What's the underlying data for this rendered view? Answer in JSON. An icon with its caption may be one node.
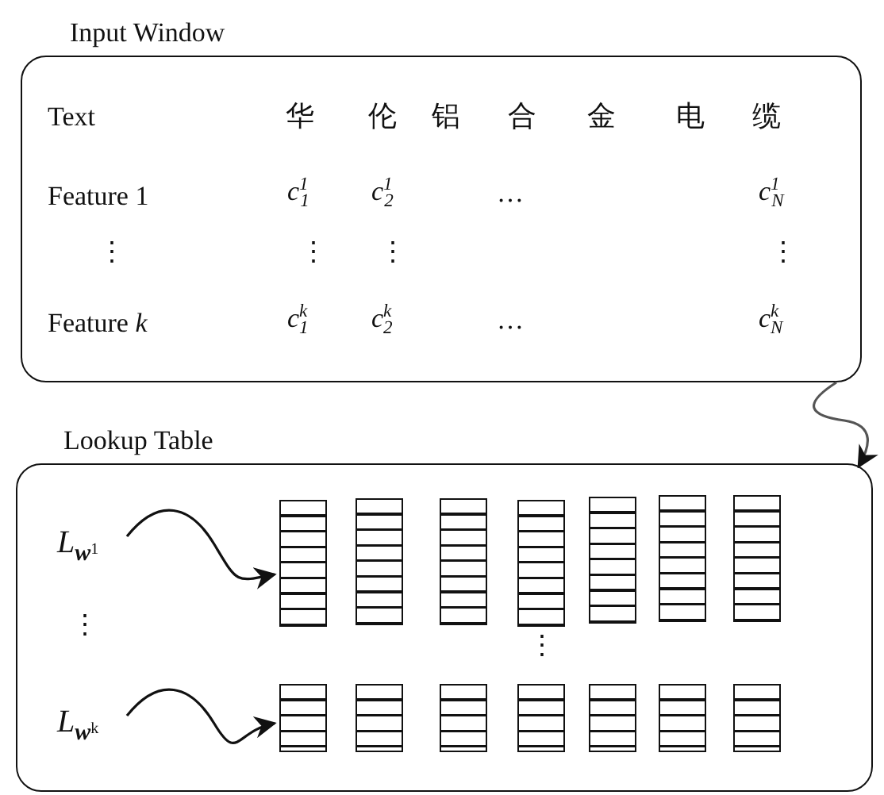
{
  "diagram": {
    "nodes": [
      {
        "text": [
          "Input Window"
        ]
      },
      {
        "text": [
          "Lookup Table"
        ]
      },
      {
        "text": [
          "*L*$_{w}$$^{1}$"
        ],
        "in": 1
      },
      {
        "text": [],
        "shape": "box",
        "in": 1
      },
      {
        "text": [],
        "shape": "box",
        "in": 1
      },
      {
        "text": [],
        "shape": "box",
        "in": 1
      },
      {
        "text": [],
        "shape": "box",
        "in": 1
      },
      {
        "text": [],
        "shape": "box",
        "in": 1
      },
      {
        "text": [],
        "shape": "box",
        "in": 1
      },
      {
        "text": [],
        "shape": "box",
        "in": 1
      },
      {
        "text": [
          "*L*$_{w}$$^{k}$"
        ],
        "in": 1
      },
      {
        "text": [],
        "shape": "box",
        "in": 1
      },
      {
        "text": [],
        "shape": "box",
        "in": 1
      },
      {
        "text": [],
        "shape": "box",
        "in": 1
      },
      {
        "text": [],
        "shape": "box",
        "in": 1
      },
      {
        "text": [],
        "shape": "box",
        "in": 1
      },
      {
        "text": [],
        "shape": "box",
        "in": 1
      },
      {
        "text": [],
        "shape": "box",
        "in": 1
      }
    ],
    "edges": [
      {
        "from": 0,
        "to": 1,
        "arrow": "to"
      },
      {
        "from": 2,
        "to": 3,
        "arrow": "to"
      },
      {
        "from": 10,
        "to": 11,
        "arrow": "to"
      }
    ],
    "labels": [
      "Text",
      "华",
      "伦",
      "铝",
      "合",
      "金",
      "电",
      "缆",
      "Feature 1",
      "*c*$^{1}$$_{1}$",
      "*c*$^{1}$$_{2}$",
      "…",
      "*c*$^{1}$$_{N}$",
      "⋮",
      "⋮",
      "⋮",
      "⋮",
      "Feature *k*",
      "*c*$^{k}$$_{1}$",
      "*c*$^{k}$$_{2}$",
      "…",
      "*c*$^{k}$$_{N}$",
      "⋮",
      "⋮"
    ]
  }
}
